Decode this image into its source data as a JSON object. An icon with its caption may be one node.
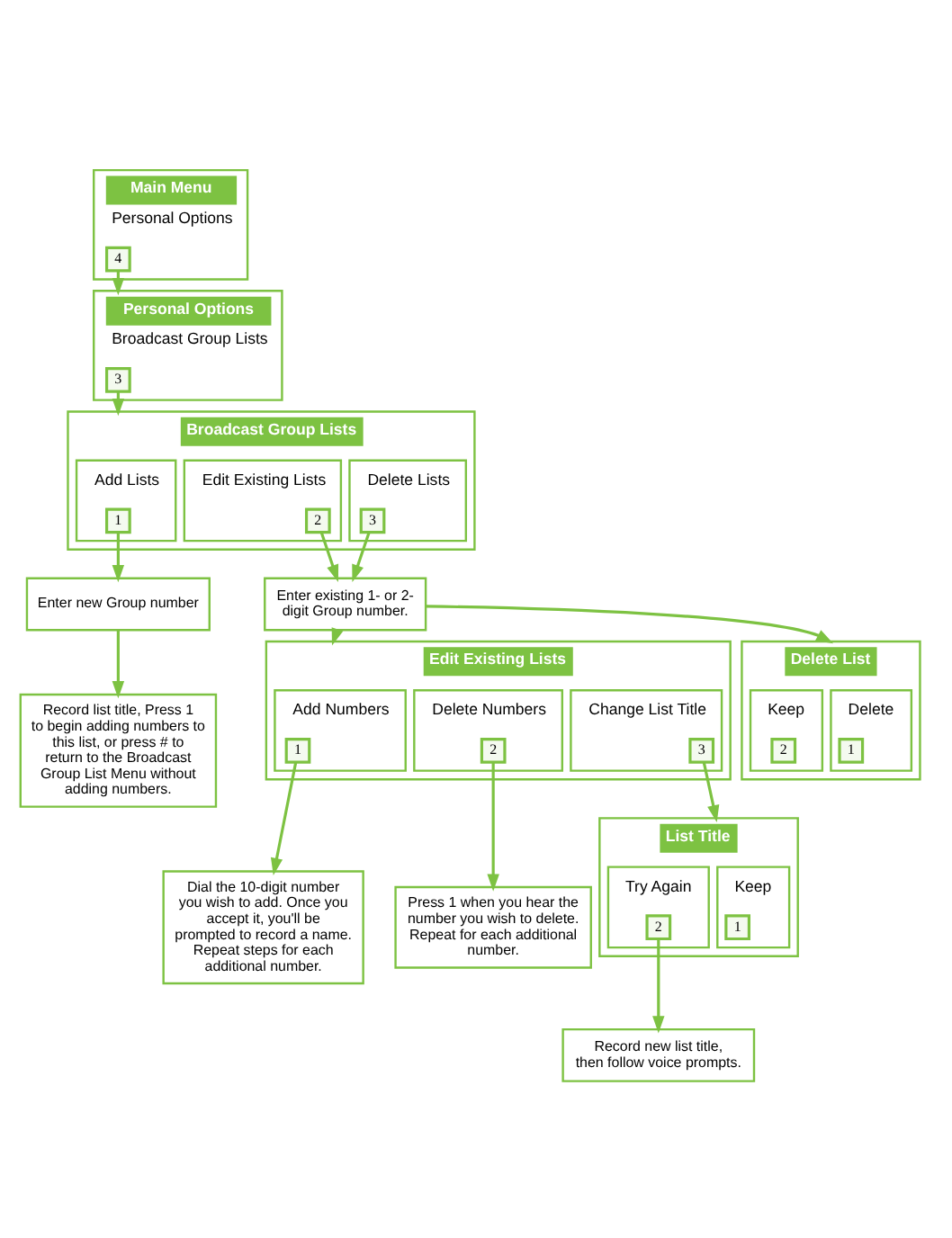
{
  "diagram": {
    "nodes": [
      {
        "text": [
          "Main Menu",
          "Personal Options"
        ]
      },
      {
        "text": [
          "4"
        ],
        "in": 0
      },
      {
        "text": [
          "Personal Options",
          "Broadcast Group Lists"
        ]
      },
      {
        "text": [
          "3"
        ],
        "in": 2
      },
      {
        "text": [
          "Broadcast Group Lists"
        ]
      },
      {
        "text": [
          "Add Lists"
        ],
        "in": 4
      },
      {
        "text": [
          "1"
        ],
        "in": 5
      },
      {
        "text": [
          "Edit Existing Lists"
        ],
        "in": 4
      },
      {
        "text": [
          "2"
        ],
        "in": 7
      },
      {
        "text": [
          "Delete Lists"
        ],
        "in": 4
      },
      {
        "text": [
          "3"
        ],
        "in": 9
      },
      {
        "text": [
          "Enter new Group number"
        ]
      },
      {
        "text": [
          "Enter existing 1- or 2- digit Group number."
        ]
      },
      {
        "text": [
          "Record list title, Press 1 to begin adding numbers to this list, or press # to return to the Broadcast Group List Menu without adding numbers."
        ]
      },
      {
        "text": [
          "Edit Existing Lists"
        ]
      },
      {
        "text": [
          "Add Numbers"
        ],
        "in": 14
      },
      {
        "text": [
          "1"
        ],
        "in": 15
      },
      {
        "text": [
          "Delete Numbers"
        ],
        "in": 14
      },
      {
        "text": [
          "2"
        ],
        "in": 17
      },
      {
        "text": [
          "Change List Title"
        ],
        "in": 14
      },
      {
        "text": [
          "3"
        ],
        "in": 19
      },
      {
        "text": [
          "Delete List"
        ]
      },
      {
        "text": [
          "Delete"
        ],
        "in": 21
      },
      {
        "text": [
          "1"
        ],
        "in": 22
      },
      {
        "text": [
          "Keep"
        ],
        "in": 21
      },
      {
        "text": [
          "2"
        ],
        "in": 24
      },
      {
        "text": [
          "Press 1 when you hear the number you wish to delete. Repeat for each additional number."
        ]
      },
      {
        "text": [
          "List Title"
        ]
      },
      {
        "text": [
          "Keep"
        ],
        "in": 27
      },
      {
        "text": [
          "1"
        ],
        "in": 28
      },
      {
        "text": [
          "Try Again"
        ],
        "in": 27
      },
      {
        "text": [
          "2"
        ],
        "in": 30
      },
      {
        "text": [
          "Dial the 10-digit number you wish to add. Once you accept it, you'll be prompted to record a name. Repeat steps for each additional number."
        ]
      },
      {
        "text": [
          "Record new list title, then follow voice prompts."
        ]
      }
    ],
    "edges": [
      {
        "from": 1,
        "to": 2,
        "arrow": "to"
      },
      {
        "from": 3,
        "to": 4,
        "arrow": "to"
      },
      {
        "from": 6,
        "to": 11,
        "arrow": "to"
      },
      {
        "from": 8,
        "to": 12,
        "arrow": "to"
      },
      {
        "from": 10,
        "to": 12,
        "arrow": "to"
      },
      {
        "from": 11,
        "to": 13,
        "arrow": "to"
      },
      {
        "from": 12,
        "to": 14,
        "arrow": "to"
      },
      {
        "from": 12,
        "to": 21,
        "arrow": "to"
      },
      {
        "from": 16,
        "to": 32,
        "arrow": "to"
      },
      {
        "from": 18,
        "to": 26,
        "arrow": "to"
      },
      {
        "from": 20,
        "to": 27,
        "arrow": "to"
      },
      {
        "from": 31,
        "to": 33,
        "arrow": "to"
      }
    ]
  }
}
